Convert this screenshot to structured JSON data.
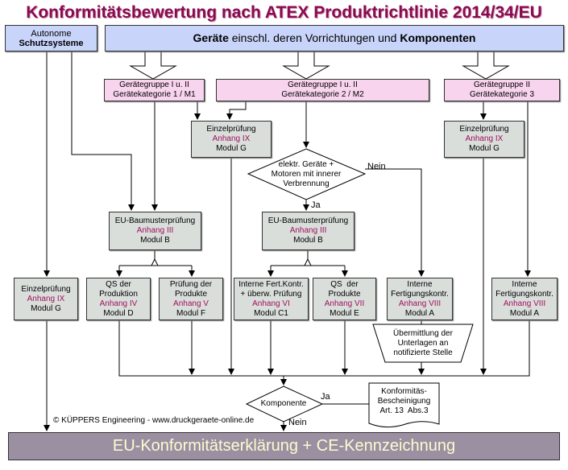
{
  "title": "Konformitätsbewertung nach ATEX Produktrichtlinie 2014/34/EU",
  "top": {
    "autonome_1": "Autonome",
    "autonome_2": "Schutzsysteme",
    "geraete_bold1": "Geräte",
    "geraete_mid": " einschl. deren Vorrichtungen und ",
    "geraete_bold2": "Komponenten"
  },
  "groups": [
    {
      "l1": "Gerätegruppe I u. II",
      "l2": "Gerätekategorie 1 / M1"
    },
    {
      "l1": "Gerätegruppe I u. II",
      "l2": "Gerätekategorie 2 / M2"
    },
    {
      "l1": "Gerätegruppe II",
      "l2": "Gerätekategorie 3"
    }
  ],
  "einzel": {
    "l1": "Einzelprüfung",
    "l2": "Anhang IX",
    "l3": "Modul G"
  },
  "baumuster": {
    "l1": "EU-Baumusterprüfung",
    "l2": "Anhang III",
    "l3": "Modul B"
  },
  "decision1": {
    "l1": "elektr. Geräte +",
    "l2": "Motoren mit innerer",
    "l3": "Verbrennung",
    "yes": "Ja",
    "no": "Nein"
  },
  "modules": [
    {
      "l1": "Einzelprüfung",
      "l2": "",
      "a": "Anhang IX",
      "m": "Modul G"
    },
    {
      "l1": "QS der",
      "l2": "Produktion",
      "a": "Anhang IV",
      "m": "Modul D"
    },
    {
      "l1": "Prüfung der",
      "l2": "Produkte",
      "a": "Anhang V",
      "m": "Modul F"
    },
    {
      "l1": "Interne Fert.Kontr.",
      "l2": "+ überw. Prüfung",
      "a": "Anhang VI",
      "m": "Modul C1"
    },
    {
      "l1": "QS  der",
      "l2": "Produkte",
      "a": "Anhang VII",
      "m": "Modul E"
    },
    {
      "l1": "Interne",
      "l2": "Fertigungskontr.",
      "a": "Anhang VIII",
      "m": "Modul A"
    },
    {
      "l1": "Interne",
      "l2": "Fertigungskontr.",
      "a": "Anhang VIII",
      "m": "Modul A"
    }
  ],
  "transfer": {
    "l1": "Übermittlung der",
    "l2": "Unterlagen an",
    "l3": "notifizierte Stelle"
  },
  "decision2": {
    "label": "Komponente",
    "yes": "Ja",
    "no": "Nein"
  },
  "certificate": {
    "l1": "Konformitäs-",
    "l2": "Bescheinigung",
    "l3": "Art. 13  Abs.3"
  },
  "copyright": "© KÜPPERS Engineering - www.druckgeraete-online.de",
  "footer": "EU-Konformitätserklärung + CE-Kennzeichnung"
}
